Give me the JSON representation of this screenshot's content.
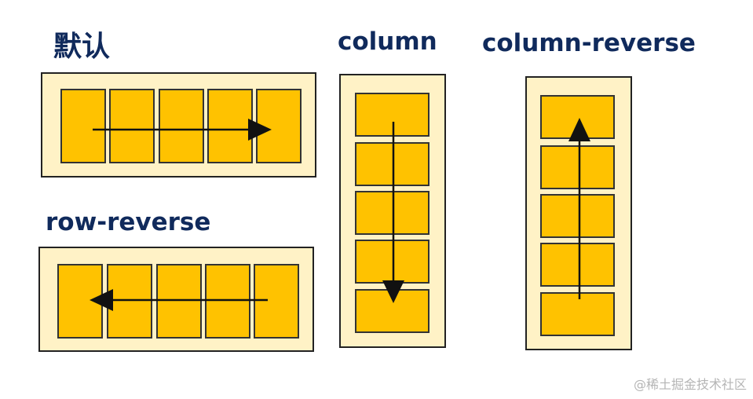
{
  "labels": {
    "default": "默认",
    "row_reverse": "row-reverse",
    "column": "column",
    "column_reverse": "column-reverse"
  },
  "watermark": "@稀土掘金技术社区",
  "colors": {
    "container_fill": "#fff2c6",
    "item_fill": "#ffc200",
    "border": "#222222",
    "label": "#102a5c",
    "arrow": "#111111",
    "watermark": "#b5b5b5"
  },
  "diagrams": [
    {
      "name": "default",
      "direction": "row",
      "item_count": 5
    },
    {
      "name": "row-reverse",
      "direction": "row-reverse",
      "item_count": 5
    },
    {
      "name": "column",
      "direction": "column",
      "item_count": 5
    },
    {
      "name": "column-reverse",
      "direction": "column-reverse",
      "item_count": 5
    }
  ]
}
